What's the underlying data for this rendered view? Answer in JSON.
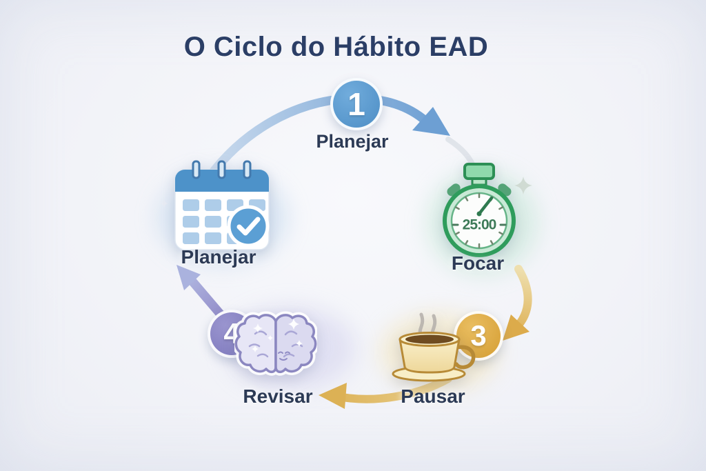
{
  "title": "O Ciclo do Hábito EAD",
  "diagram": {
    "type": "habit-cycle",
    "steps": [
      {
        "id": "step-1",
        "number": "1",
        "label": "Planejar",
        "icon": "number-badge",
        "accent_color": "#4f8fc6"
      },
      {
        "id": "planejar",
        "label": "Planejar",
        "icon": "calendar-check",
        "accent_color": "#5b9fd4"
      },
      {
        "id": "focar",
        "label": "Focar",
        "icon": "stopwatch",
        "timer_value": "25:00",
        "accent_color": "#2f9c5c"
      },
      {
        "id": "pausar",
        "number": "3",
        "label": "Pausar",
        "icon": "coffee-cup",
        "accent_color": "#d7a338"
      },
      {
        "id": "revisar",
        "number": "4",
        "label": "Revisar",
        "icon": "brain",
        "accent_color": "#8782c2"
      }
    ],
    "arrows": [
      {
        "from": "Planejar",
        "to": "Focar",
        "color": "#6d9fd3"
      },
      {
        "from": "Focar",
        "to": "Pausar",
        "color": "#dcab4b"
      },
      {
        "from": "Pausar",
        "to": "Revisar",
        "color": "#dcb155"
      },
      {
        "from": "Revisar",
        "to": "Planejar",
        "color": "#9a94ce"
      }
    ]
  },
  "colors": {
    "background": "#f2f3f8",
    "title_text": "#2b3e66",
    "label_text": "#2c3a55"
  }
}
